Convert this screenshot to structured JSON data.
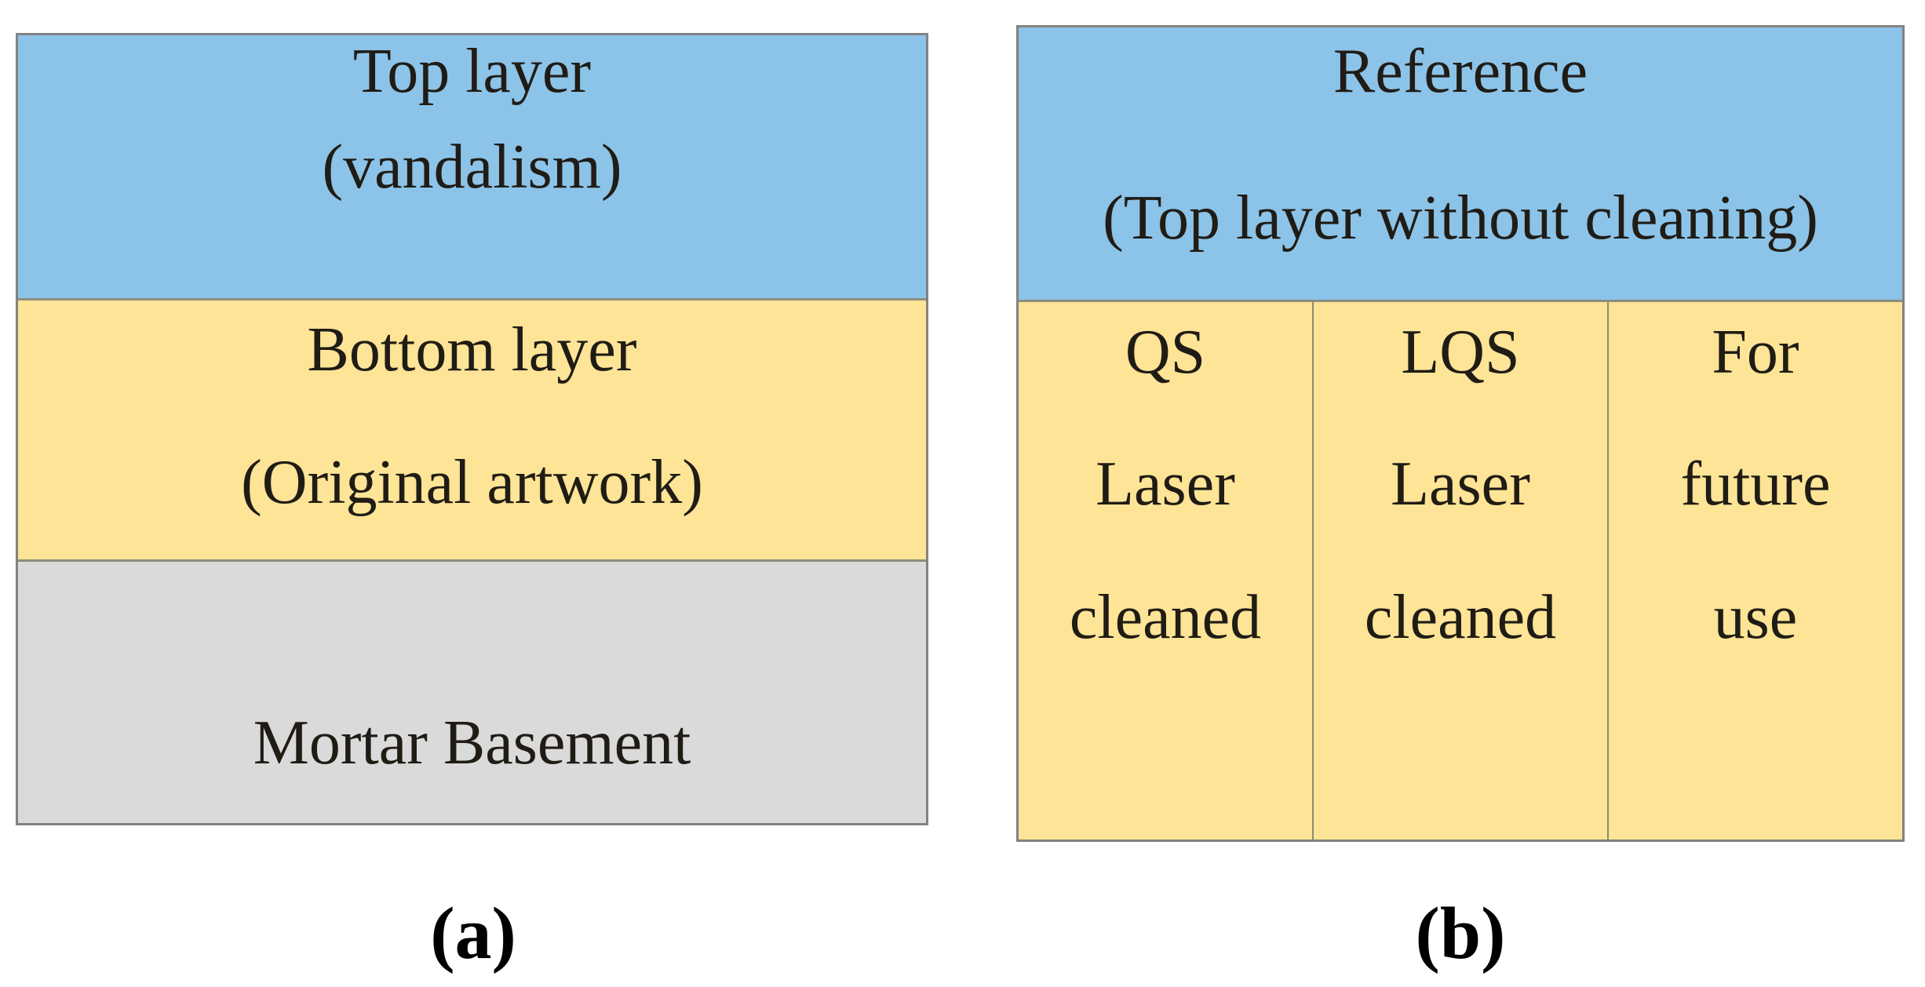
{
  "figure": {
    "panel_a": {
      "label": "(a)",
      "top_layer": {
        "line1": "Top layer",
        "line2": "(vandalism)"
      },
      "bottom_layer": {
        "line1": "Bottom layer",
        "line2": "(Original artwork)"
      },
      "basement_layer": {
        "line1": "Mortar Basement"
      }
    },
    "panel_b": {
      "label": "(b)",
      "header": {
        "line1": "Reference",
        "line2": "(Top layer without cleaning)"
      },
      "columns": [
        {
          "line1": "QS",
          "line2": "Laser",
          "line3": "cleaned"
        },
        {
          "line1": "LQS",
          "line2": "Laser",
          "line3": "cleaned"
        },
        {
          "line1": "For",
          "line2": "future",
          "line3": "use"
        }
      ]
    },
    "colors": {
      "layer_blue": "#8cc3e8",
      "layer_yellow": "#fde496",
      "layer_gray": "#dadada",
      "border_gray": "#828282",
      "text": "#201c15",
      "background": "#ffffff"
    }
  }
}
